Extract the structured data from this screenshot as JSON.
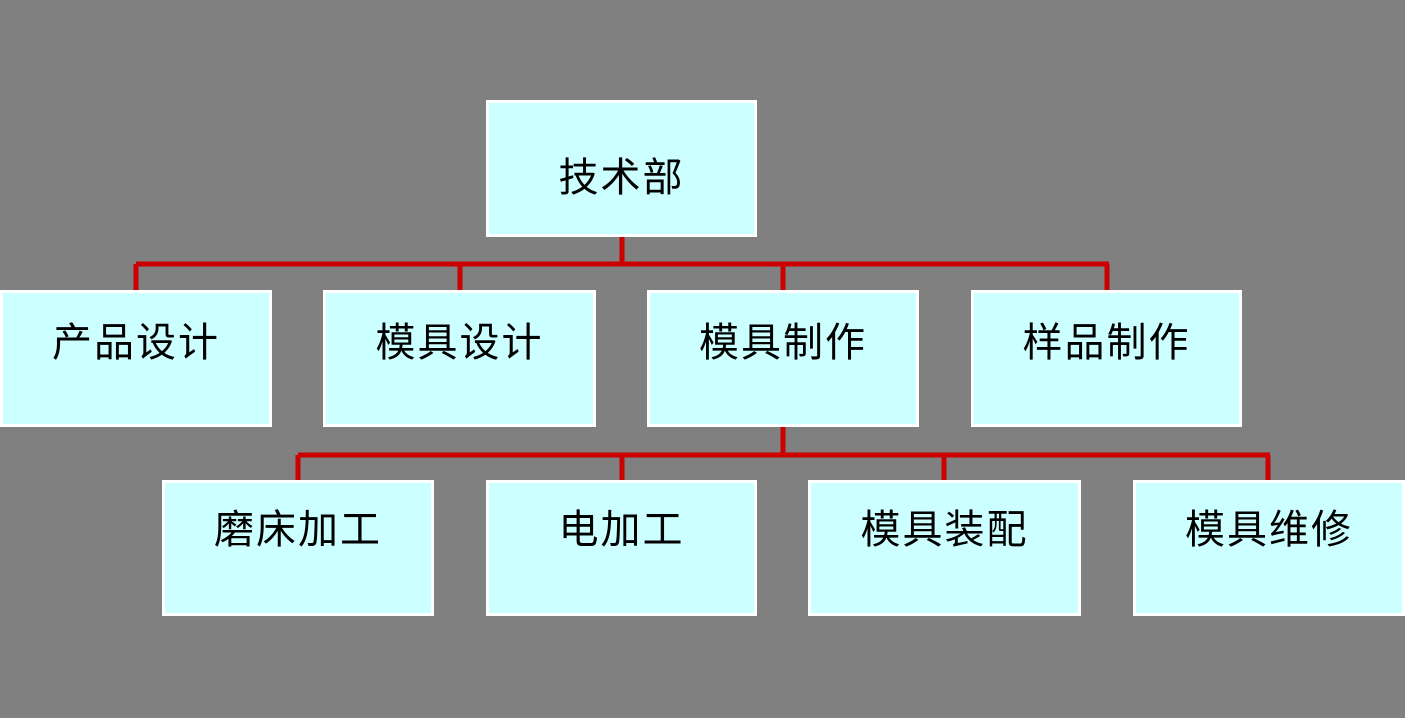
{
  "colors": {
    "background": "#808080",
    "box_fill": "#ccffff",
    "box_border": "#ffffff",
    "connector": "#cc0000",
    "text": "#000000"
  },
  "org_chart": {
    "root": {
      "label": "技术部"
    },
    "level1": [
      {
        "label": "产品设计"
      },
      {
        "label": "模具设计"
      },
      {
        "label": "模具制作"
      },
      {
        "label": "样品制作"
      }
    ],
    "level2_parent": "模具制作",
    "level2": [
      {
        "label": "磨床加工"
      },
      {
        "label": "电加工"
      },
      {
        "label": "模具装配"
      },
      {
        "label": "模具维修"
      }
    ]
  }
}
